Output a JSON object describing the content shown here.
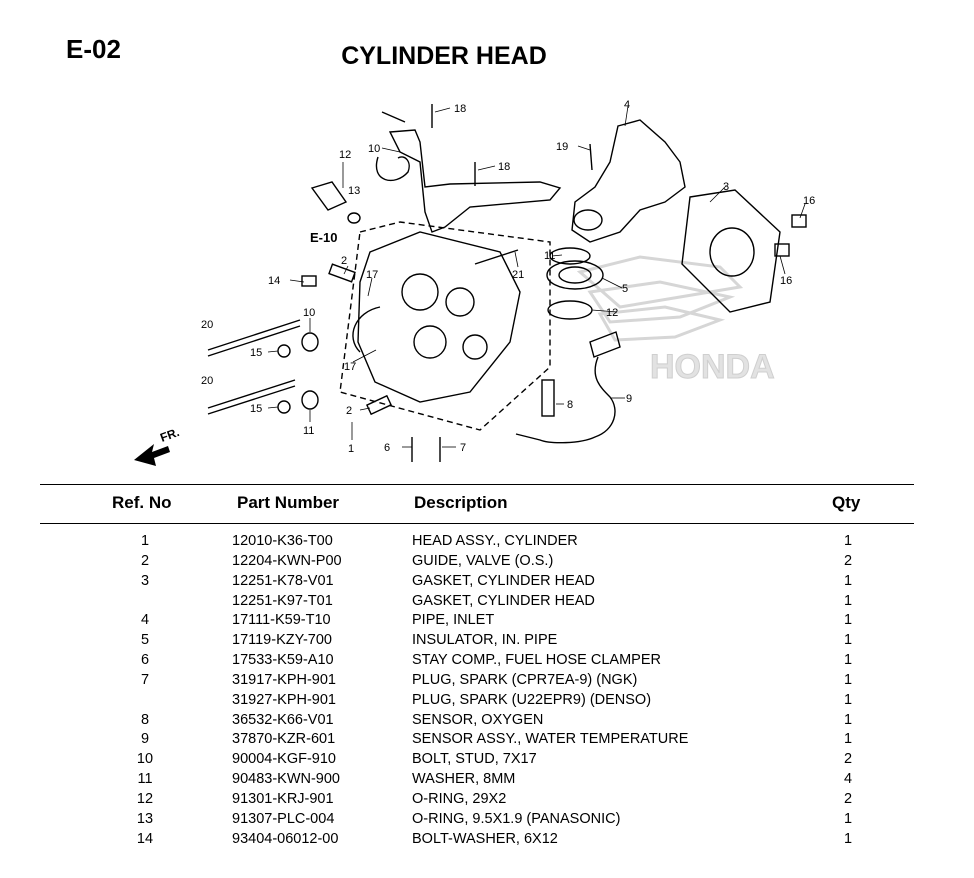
{
  "page": {
    "code": "E-02",
    "title": "CYLINDER HEAD"
  },
  "diagram": {
    "reference": "E-10",
    "front_label": "FR.",
    "watermark": "HONDA",
    "callouts": [
      "1",
      "2",
      "2",
      "3",
      "4",
      "5",
      "6",
      "7",
      "8",
      "9",
      "10",
      "10",
      "11",
      "11",
      "12",
      "12",
      "13",
      "14",
      "15",
      "15",
      "16",
      "16",
      "17",
      "17",
      "18",
      "18",
      "19",
      "20",
      "20",
      "21"
    ]
  },
  "table": {
    "headers": {
      "ref": "Ref. No",
      "part": "Part Number",
      "desc": "Description",
      "qty": "Qty"
    },
    "rows": [
      {
        "ref": "1",
        "part": "12010-K36-T00",
        "desc": "HEAD ASSY., CYLINDER",
        "qty": "1"
      },
      {
        "ref": "2",
        "part": "12204-KWN-P00",
        "desc": "GUIDE, VALVE (O.S.)",
        "qty": "2"
      },
      {
        "ref": "3",
        "part": "12251-K78-V01",
        "desc": "GASKET, CYLINDER HEAD",
        "qty": "1"
      },
      {
        "ref": "",
        "part": "12251-K97-T01",
        "desc": "GASKET, CYLINDER HEAD",
        "qty": "1"
      },
      {
        "ref": "4",
        "part": "17111-K59-T10",
        "desc": "PIPE, INLET",
        "qty": "1"
      },
      {
        "ref": "5",
        "part": "17119-KZY-700",
        "desc": "INSULATOR, IN. PIPE",
        "qty": "1"
      },
      {
        "ref": "6",
        "part": "17533-K59-A10",
        "desc": "STAY COMP., FUEL HOSE CLAMPER",
        "qty": "1"
      },
      {
        "ref": "7",
        "part": "31917-KPH-901",
        "desc": "PLUG, SPARK (CPR7EA-9) (NGK)",
        "qty": "1"
      },
      {
        "ref": "",
        "part": "31927-KPH-901",
        "desc": "PLUG, SPARK (U22EPR9) (DENSO)",
        "qty": "1"
      },
      {
        "ref": "8",
        "part": "36532-K66-V01",
        "desc": "SENSOR, OXYGEN",
        "qty": "1"
      },
      {
        "ref": "9",
        "part": "37870-KZR-601",
        "desc": "SENSOR ASSY., WATER TEMPERATURE",
        "qty": "1"
      },
      {
        "ref": "10",
        "part": "90004-KGF-910",
        "desc": "BOLT, STUD, 7X17",
        "qty": "2"
      },
      {
        "ref": "11",
        "part": "90483-KWN-900",
        "desc": "WASHER, 8MM",
        "qty": "4"
      },
      {
        "ref": "12",
        "part": "91301-KRJ-901",
        "desc": "O-RING, 29X2",
        "qty": "2"
      },
      {
        "ref": "13",
        "part": "91307-PLC-004",
        "desc": "O-RING, 9.5X1.9 (PANASONIC)",
        "qty": "1"
      },
      {
        "ref": "14",
        "part": "93404-06012-00",
        "desc": "BOLT-WASHER, 6X12",
        "qty": "1"
      }
    ]
  }
}
